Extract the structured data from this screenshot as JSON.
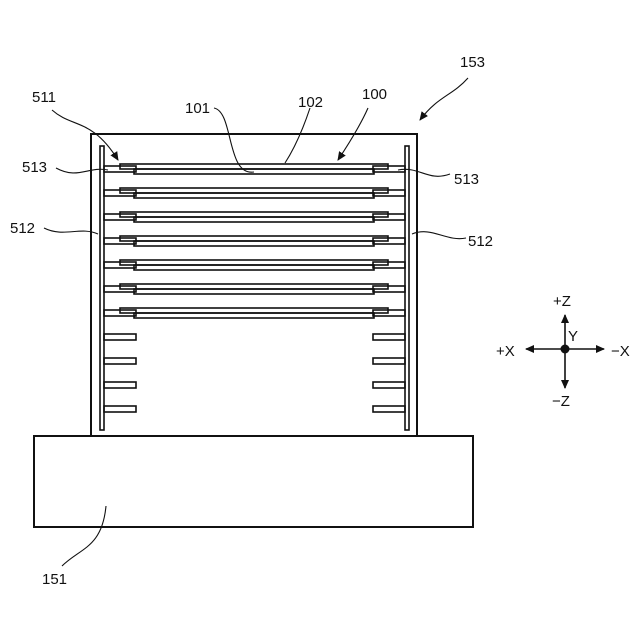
{
  "figure": {
    "labels": {
      "ref_153": "153",
      "ref_511": "511",
      "ref_101": "101",
      "ref_102": "102",
      "ref_100": "100",
      "ref_513_left": "513",
      "ref_513_right": "513",
      "ref_512_left": "512",
      "ref_512_right": "512",
      "ref_151": "151"
    },
    "axes": {
      "plus_z": "+Z",
      "minus_z": "−Z",
      "plus_x": "+X",
      "minus_x": "−X",
      "y": "Y"
    },
    "plate_count": 7,
    "slot_count_per_side": 11
  }
}
